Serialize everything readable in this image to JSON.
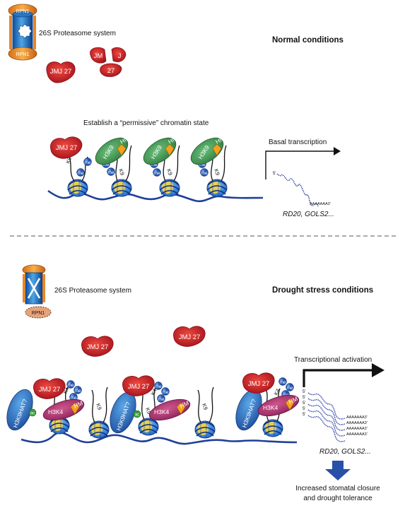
{
  "proteasome": {
    "label": "26S Proteasome system",
    "cap": "RPN1"
  },
  "normal": {
    "heading": "Normal conditions",
    "fragments": [
      "JM",
      "J",
      "27"
    ],
    "subtitle": "Establish a “permissive” chromatin state",
    "transcription": "Basal transcription",
    "genes": "RD20, GOLS2..."
  },
  "drought": {
    "heading": "Drought stress conditions",
    "transcription": "Transcriptional activation",
    "genes": "RD20, GOLS2...",
    "outcome_line1": "Increased stomatal closure",
    "outcome_line2": "and drought tolerance"
  },
  "marks": {
    "jmj": "JMJ 27",
    "h3k9": "H3K9",
    "hmt": "HMT?",
    "h3k4": "H3K4",
    "hat": "H3K9HAT?",
    "k4": "K4",
    "k9": "K9",
    "me": "me",
    "ac": "ac",
    "five_prime": "5'",
    "poly_a": "AAAAAAA3'"
  },
  "colors": {
    "jmj_red": "#c8202a",
    "hmt_green": "#3d8a4e",
    "h3k4_purple": "#a0316a",
    "hat_blue": "#24539a",
    "dna_blue": "#1f3f99",
    "me_blue": "#2556b0",
    "ac_green": "#3a9a3a",
    "hmt_orange": "#f4a21d"
  }
}
